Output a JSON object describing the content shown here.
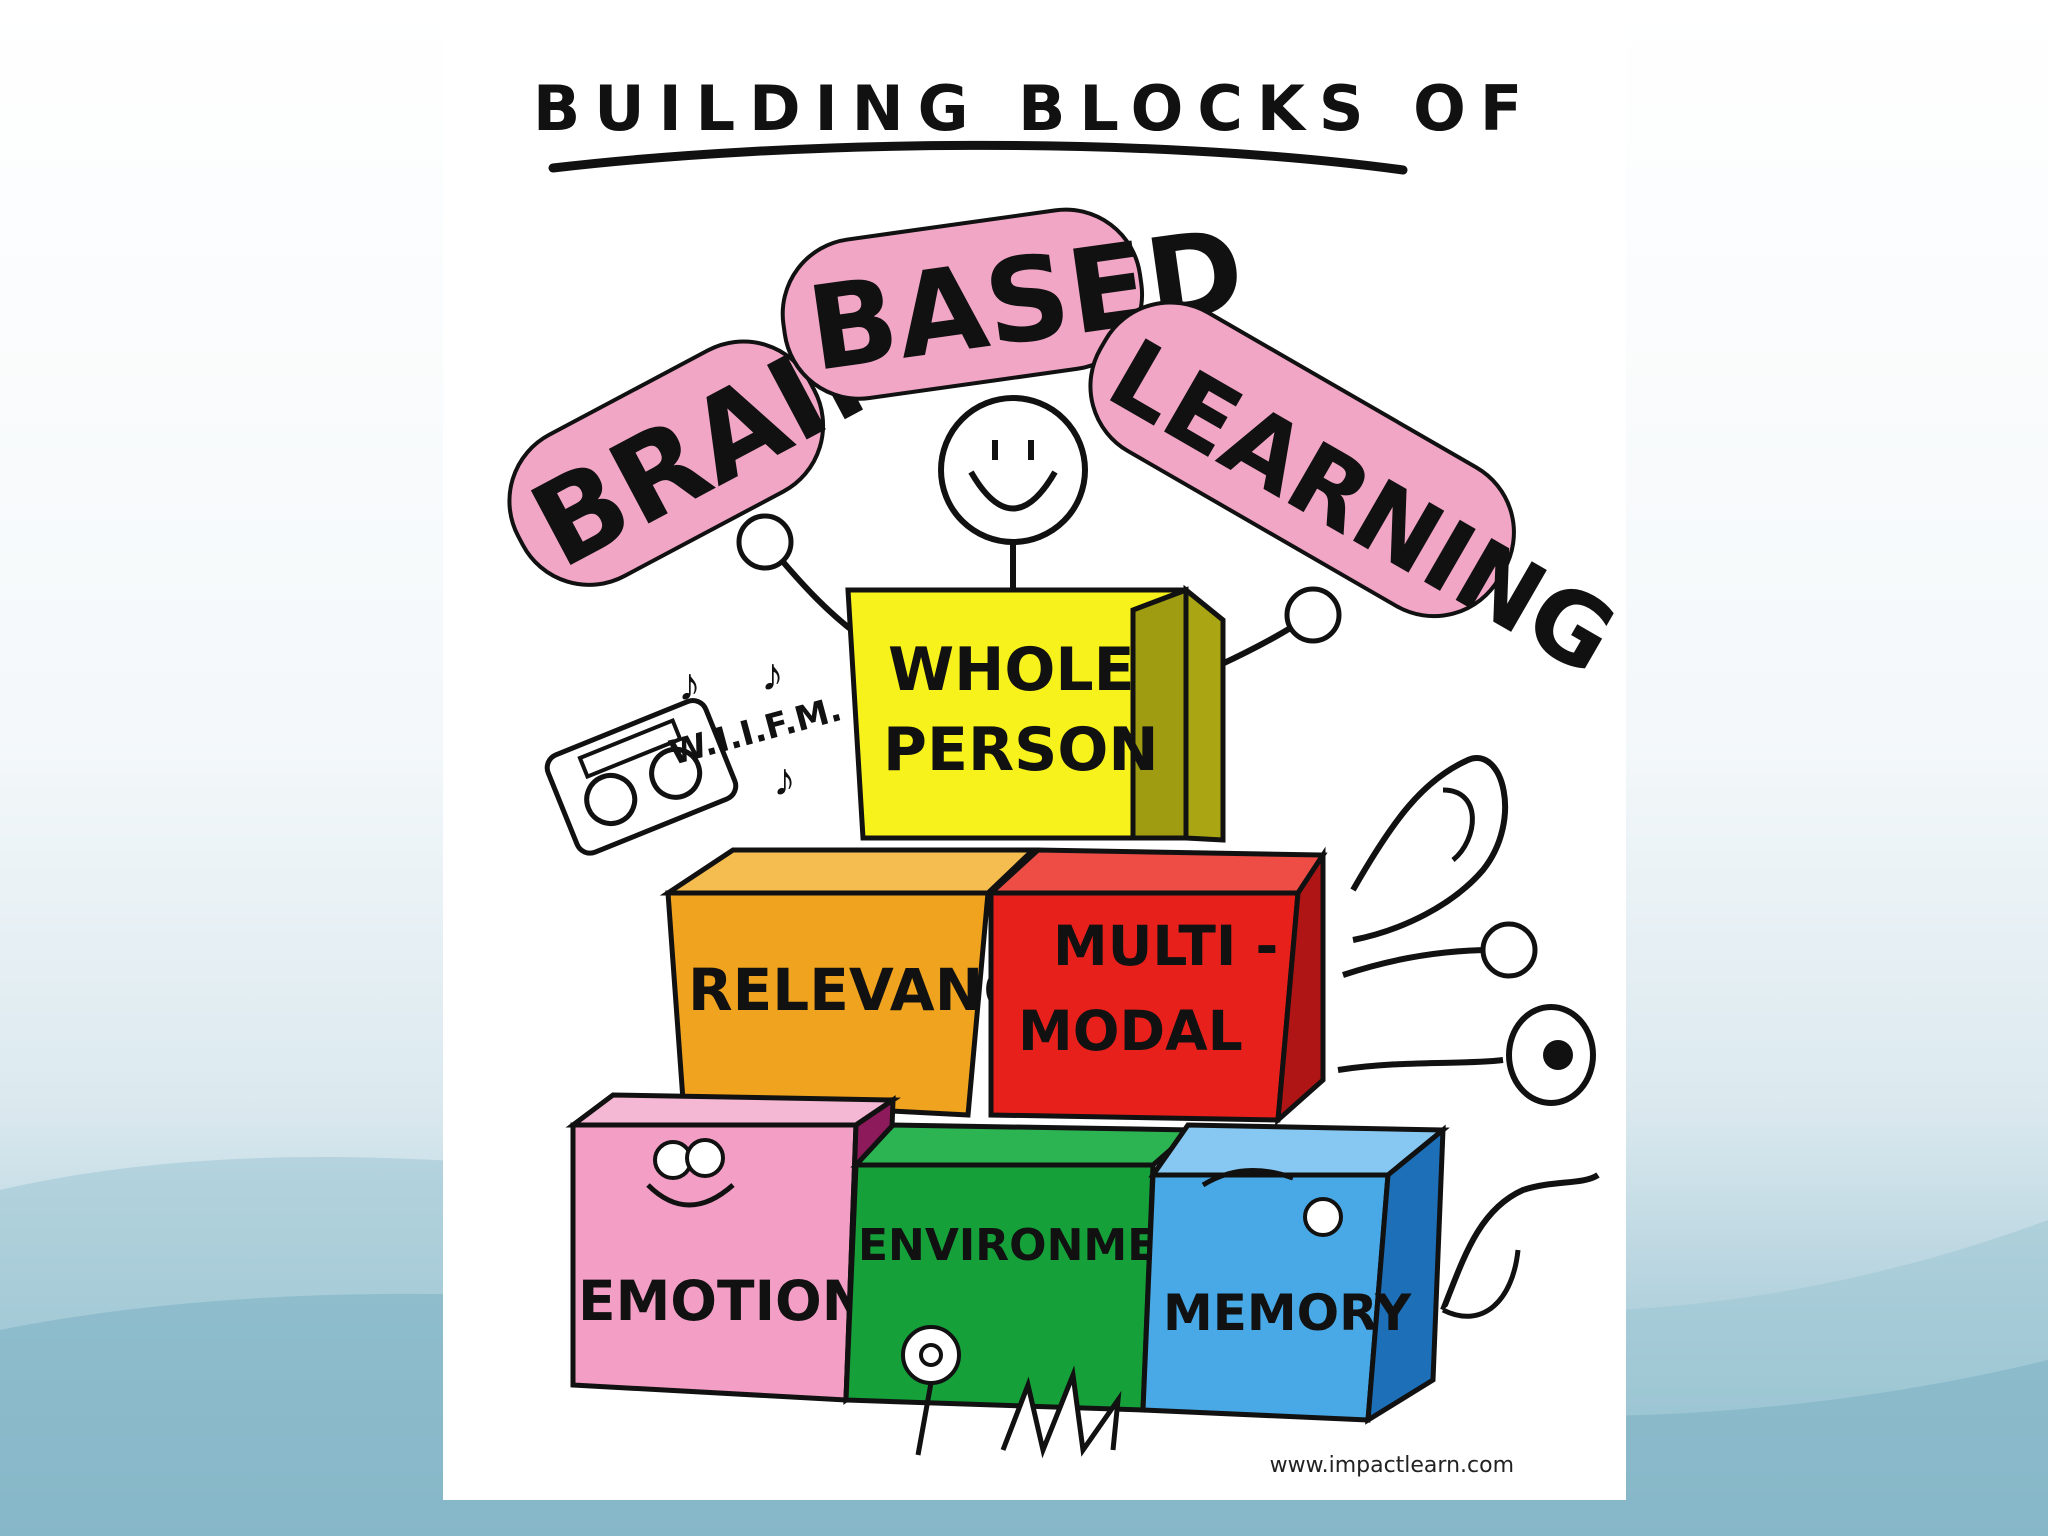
{
  "poster": {
    "header": "BUILDING BLOCKS OF",
    "title_words": [
      "BRAIN",
      "BASED",
      "LEARNING"
    ],
    "blocks": {
      "whole_person": [
        "WHOLE",
        "PERSON"
      ],
      "relevance": "RELEVANCE",
      "multimodal": [
        "MULTI -",
        "MODAL"
      ],
      "emotions": "EMOTIONS",
      "environment": "ENVIRONMENT",
      "memory": "MEMORY"
    },
    "radio_label": "W.I.I.F.M.",
    "credit": "www.impactlearn.com"
  },
  "colors": {
    "title_bubble": "#f2a6c6",
    "whole_person": "#f7f21c",
    "relevance": "#f0a31e",
    "multimodal": "#e8201c",
    "emotions": "#f29ec5",
    "environment": "#15a03a",
    "memory": "#49a9e6",
    "background_wave": "#85b6c8"
  },
  "icons": [
    "stick-figure-icon",
    "radio-icon",
    "music-notes-icon",
    "ear-icon",
    "hand-icon",
    "eye-icon",
    "nose-icon",
    "flower-icon",
    "grass-icon"
  ]
}
